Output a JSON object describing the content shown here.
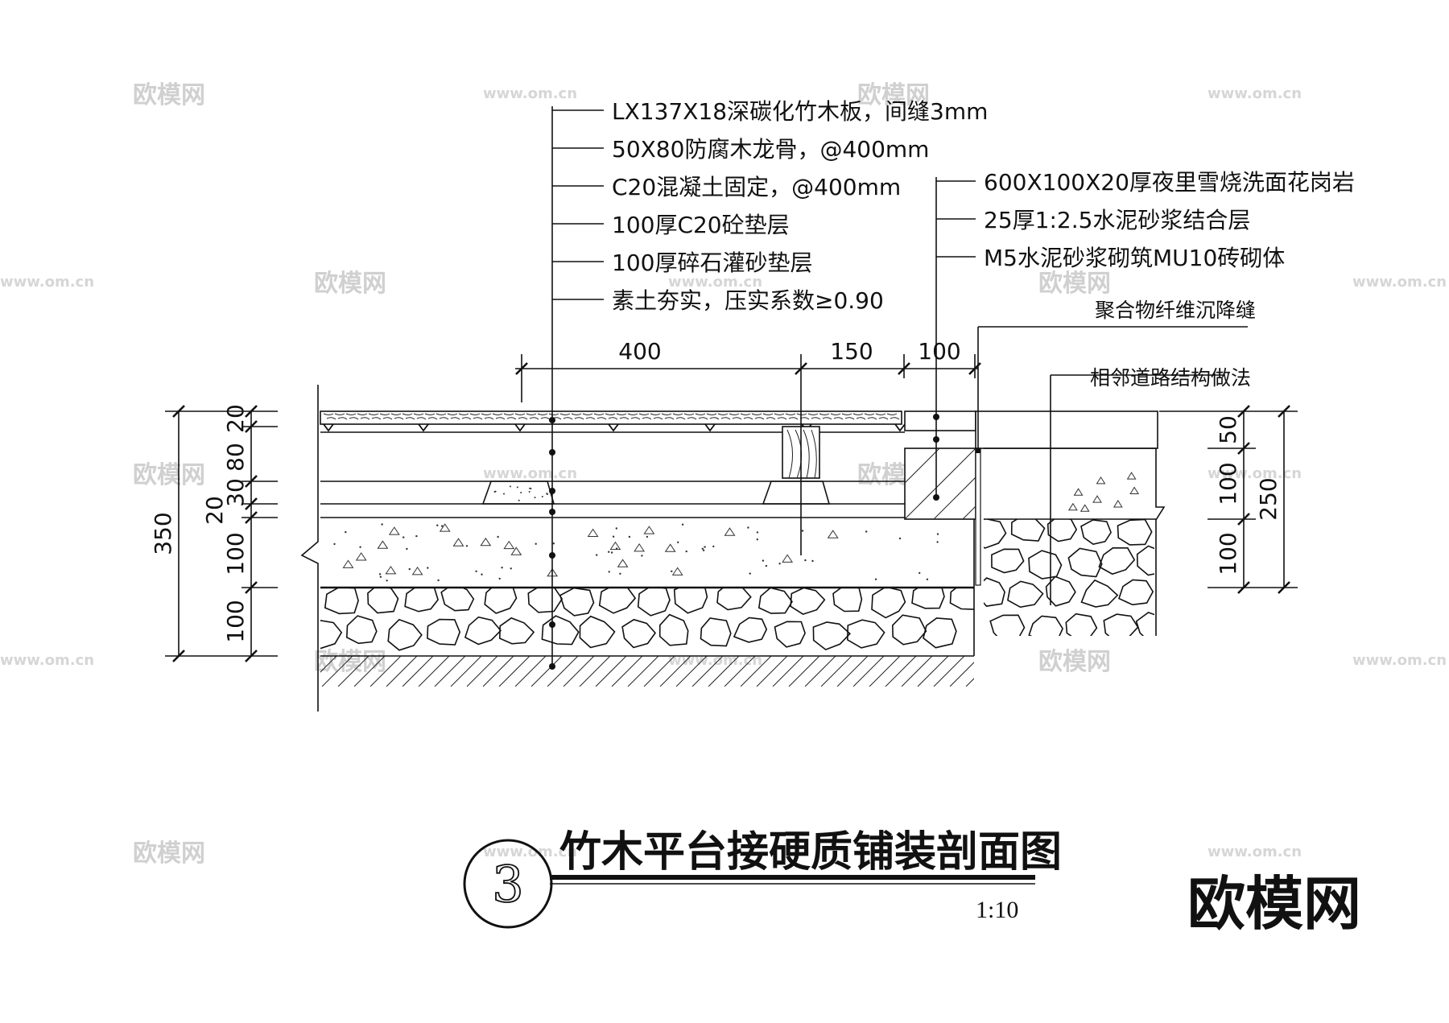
{
  "left_labels": [
    "LX137X18深碳化竹木板，间缝3mm",
    "50X80防腐木龙骨，@400mm",
    "C20混凝土固定，@400mm",
    "100厚C20砼垫层",
    "100厚碎石灌砂垫层",
    "素土夯实，压实系数≥0.90"
  ],
  "right_labels": [
    "600X100X20厚夜里雪烧洗面花岗岩",
    "25厚1:2.5水泥砂浆结合层",
    "M5水泥砂浆砌筑MU10砖砌体"
  ],
  "side_labels": {
    "joint": "聚合物纤维沉降缝",
    "adjacent": "相邻道路结构做法"
  },
  "top_dims": [
    "400",
    "150",
    "100"
  ],
  "left_dims": {
    "total": "350",
    "layers": [
      "20",
      "80",
      "30",
      "20",
      "100",
      "100"
    ]
  },
  "right_dims": {
    "total": "250",
    "layers": [
      "50",
      "100",
      "100"
    ]
  },
  "title": {
    "number": "3",
    "text": "竹木平台接硬质铺装剖面图",
    "scale": "1:10"
  },
  "watermark": {
    "brand": "欧模网",
    "url": "www.om.cn"
  }
}
